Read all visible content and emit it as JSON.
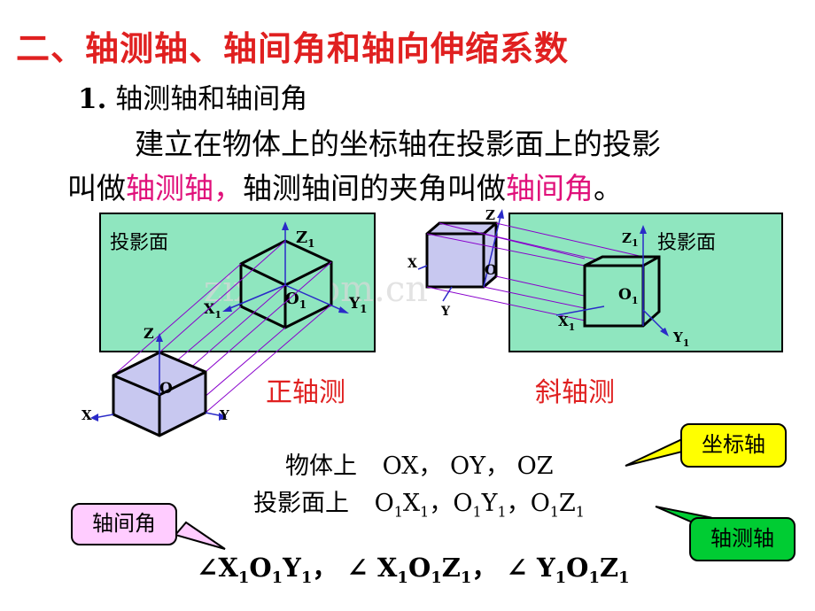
{
  "title": "二、轴测轴、轴间角和轴向伸缩系数",
  "section": {
    "num": "1.",
    "label": "轴测轴和轴间角"
  },
  "para": {
    "line1": "建立在物体上的坐标轴在投影面上的投影",
    "line2_a": "叫做",
    "line2_hl1": "轴测轴，",
    "line2_b": "轴测轴间的夹角叫做",
    "line2_hl2": "轴间角",
    "line2_c": "。"
  },
  "left_figure": {
    "plane_label": "投影面",
    "caption": "正轴测"
  },
  "right_figure": {
    "plane_label": "投影面",
    "caption": "斜轴测"
  },
  "axis_labels": {
    "X": "X",
    "Y": "Y",
    "Z": "Z",
    "O": "O",
    "sub": "1"
  },
  "watermark": "zixin.com.cn",
  "rows": {
    "object_label": "物体上",
    "object_axes": "OX，  OY，  OZ",
    "plane_label": "投影面上"
  },
  "callouts": {
    "coord_axis": "坐标轴",
    "axo_axis": "轴测轴",
    "axis_angle": "轴间角"
  },
  "colors": {
    "title": "#e02020",
    "highlight": "#e0107a",
    "panel": "#8fe6bf",
    "cube": "#c8c8f0",
    "proj_line": "#8800cc"
  }
}
